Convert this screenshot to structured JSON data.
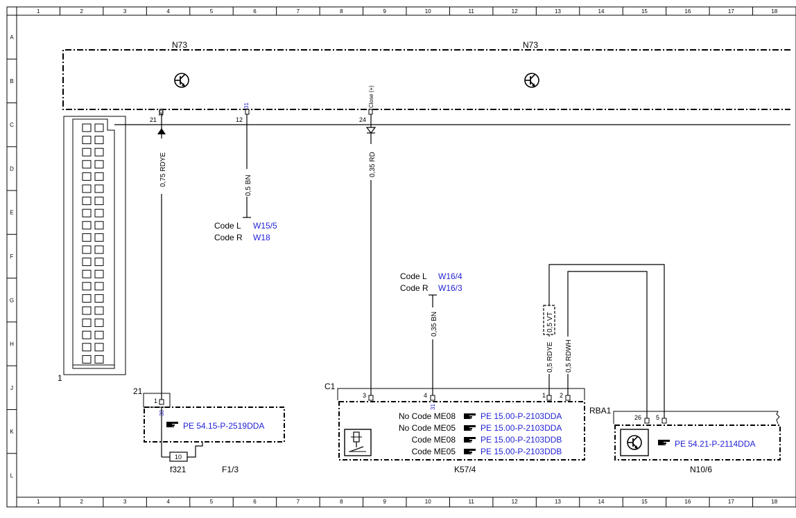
{
  "grid": {
    "columns": [
      "1",
      "2",
      "3",
      "4",
      "5",
      "6",
      "7",
      "8",
      "9",
      "10",
      "11",
      "12",
      "13",
      "14",
      "15",
      "16",
      "17",
      "18"
    ],
    "rows": [
      "A",
      "B",
      "C",
      "D",
      "E",
      "F",
      "G",
      "H",
      "J",
      "K",
      "L"
    ]
  },
  "modules": {
    "n73_left": "N73",
    "n73_right": "N73",
    "k57_4": "K57/4",
    "n10_6": "N10/6",
    "f1_3": "F1/3",
    "rba1": "RBA1",
    "c1": "C1"
  },
  "connector_strip": {
    "label": "1"
  },
  "pins": {
    "p21": "21",
    "p12": "12",
    "p24": "24",
    "pin30_top": "30",
    "pin31_top": "31",
    "pin_close_top": "Close (+)",
    "f_21": "21",
    "f_1": "1",
    "f_30": "30",
    "fuse_value": "10",
    "fuse_name": "f321",
    "k_c1_3": "3",
    "k_c1_4": "4",
    "k_c1_1": "1",
    "k_c1_2": "2",
    "k_31": "31",
    "n10_26": "26",
    "n10_5": "5"
  },
  "wires": {
    "w1": "0,75 RDYE",
    "w2": "0,5 BN",
    "w3": "0,35 RD",
    "w4": "0,35 BN",
    "w5": "0,5 VT",
    "w6": "0,5 RDYE",
    "w7": "0,5 RDWH"
  },
  "codes_top": {
    "l_label": "Code L",
    "l_ref": "W15/5",
    "r_label": "Code R",
    "r_ref": "W18"
  },
  "codes_mid": {
    "l_label": "Code L",
    "l_ref": "W16/4",
    "r_label": "Code R",
    "r_ref": "W16/3"
  },
  "refs": {
    "f1_3_ref": "PE 54.15-P-2519DDA",
    "k57_rows": [
      {
        "cond": "No  Code ME08",
        "ref": "PE 15.00-P-2103DDA"
      },
      {
        "cond": "No  Code ME05",
        "ref": "PE 15.00-P-2103DDA"
      },
      {
        "cond": "Code ME08",
        "ref": "PE 15.00-P-2103DDB"
      },
      {
        "cond": "Code ME05",
        "ref": "PE 15.00-P-2103DDB"
      }
    ],
    "n10_ref": "PE 54.21-P-2114DDA"
  },
  "icons": {
    "transistor": "transistor-symbol-icon",
    "relay": "relay-symbol-icon",
    "pointer": "pointing-hand-icon"
  }
}
